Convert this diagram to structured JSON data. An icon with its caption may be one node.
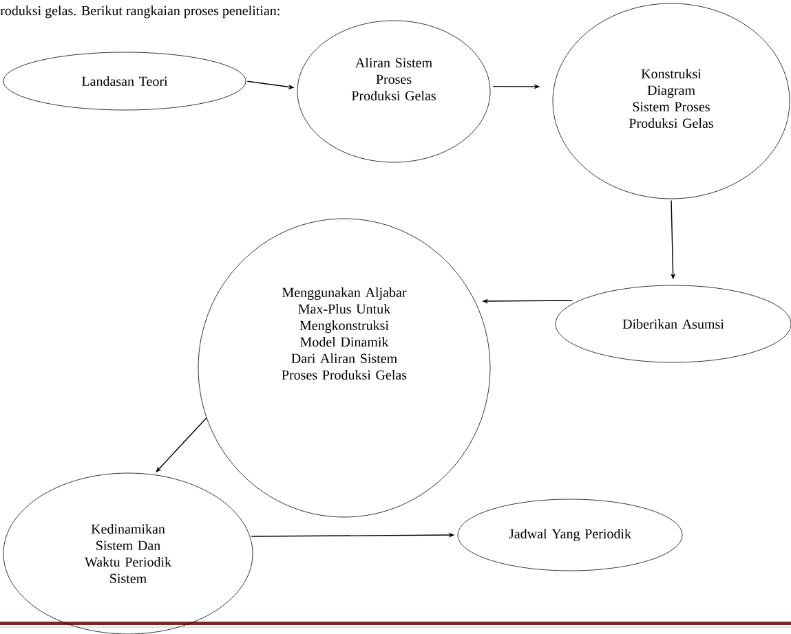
{
  "diagram": {
    "nodes": [
      {
        "text": [
          "Landasan Teori"
        ]
      },
      {
        "text": [
          "Aliran Sistem Proses Produksi Gelas"
        ]
      },
      {
        "text": [
          "Konstruksi Diagram Sistem Proses Produksi Gelas"
        ]
      },
      {
        "text": [
          "Diberikan Asumsi"
        ]
      },
      {
        "text": [
          "Menggunakan Aljabar Max-Plus Untuk Mengkonstruksi Model Dinamik Dari Aliran Sistem Proses Produksi Gelas"
        ]
      },
      {
        "text": [
          "Kedinamikan Sistem Dan Waktu Periodik Sistem"
        ]
      },
      {
        "text": [
          "Jadwal Yang Periodik"
        ]
      }
    ],
    "edges": [
      {
        "from": 0,
        "to": 1,
        "arrow": "to"
      },
      {
        "from": 1,
        "to": 2,
        "arrow": "to"
      },
      {
        "from": 2,
        "to": 3,
        "arrow": "to"
      },
      {
        "from": 3,
        "to": 4,
        "arrow": "to"
      },
      {
        "from": 4,
        "to": 5,
        "arrow": "to"
      },
      {
        "from": 5,
        "to": 6,
        "arrow": "to"
      }
    ],
    "labels": [
      "roduksi gelas.  Berikut rangkaian proses penelitian:"
    ]
  }
}
